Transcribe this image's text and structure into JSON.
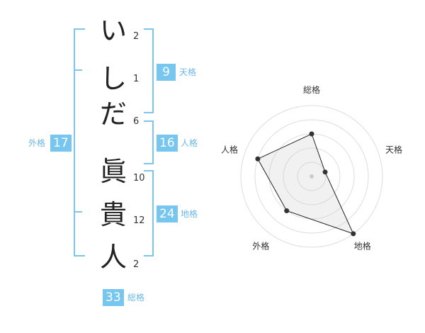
{
  "characters": [
    {
      "char": "い",
      "strokes": "2"
    },
    {
      "char": "し",
      "strokes": "1"
    },
    {
      "char": "だ",
      "strokes": "6"
    },
    {
      "char": "眞",
      "strokes": "10"
    },
    {
      "char": "貴",
      "strokes": "12"
    },
    {
      "char": "人",
      "strokes": "2"
    }
  ],
  "kakaku": {
    "tenkaku": {
      "value": "9",
      "label": "天格"
    },
    "jinkaku": {
      "value": "16",
      "label": "人格"
    },
    "chikaku": {
      "value": "24",
      "label": "地格"
    },
    "gaikaku": {
      "value": "17",
      "label": "外格"
    },
    "soukaku": {
      "value": "33",
      "label": "総格"
    }
  },
  "colors": {
    "accent": "#76c6ef",
    "bracket": "#7cc6ee"
  },
  "chart_data": {
    "type": "radar",
    "axes": [
      "総格",
      "天格",
      "地格",
      "外格",
      "人格"
    ],
    "values": [
      3,
      1,
      5,
      3,
      4
    ],
    "rmax": 5,
    "rings": 5
  }
}
